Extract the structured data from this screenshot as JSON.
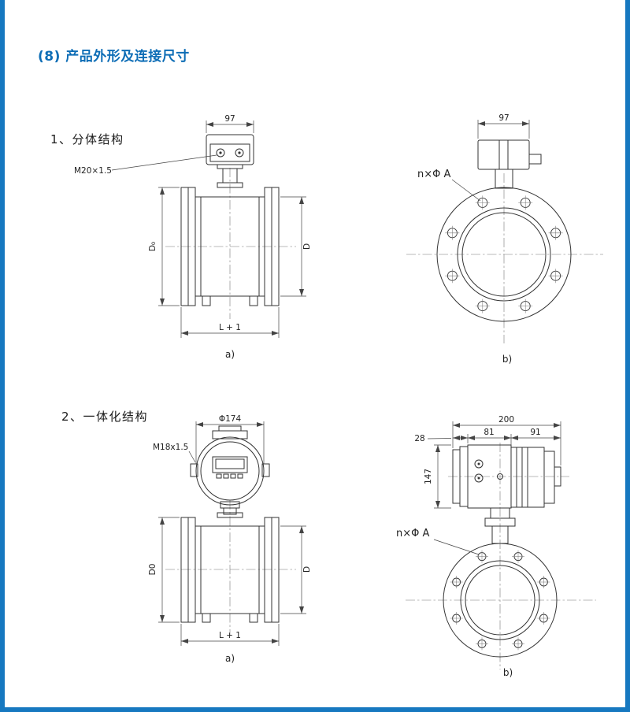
{
  "page": {
    "heading": "(8) 产品外形及连接尺寸",
    "accent_color": "#1678c0"
  },
  "sections": [
    {
      "title": "1、分体结构",
      "drawings": [
        {
          "caption": "a)",
          "dim_top": "97",
          "thread_label": "M20×1.5",
          "dim_left": "D₀",
          "dim_right": "D",
          "dim_bottom": "L + 1"
        },
        {
          "caption": "b)",
          "dim_top": "97",
          "bolt_hole_label": "n×Φ A"
        }
      ]
    },
    {
      "title": "2、一体化结构",
      "drawings": [
        {
          "caption": "a)",
          "dim_top": "Φ174",
          "thread_label": "M18x1.5",
          "dim_left": "D0",
          "dim_right": "D",
          "dim_bottom": "L + 1"
        },
        {
          "caption": "b)",
          "dim_total_width": "200",
          "dim_segment_1": "28",
          "dim_segment_2": "81",
          "dim_segment_3": "91",
          "dim_height": "147",
          "bolt_hole_label": "n×Φ A"
        }
      ]
    }
  ]
}
